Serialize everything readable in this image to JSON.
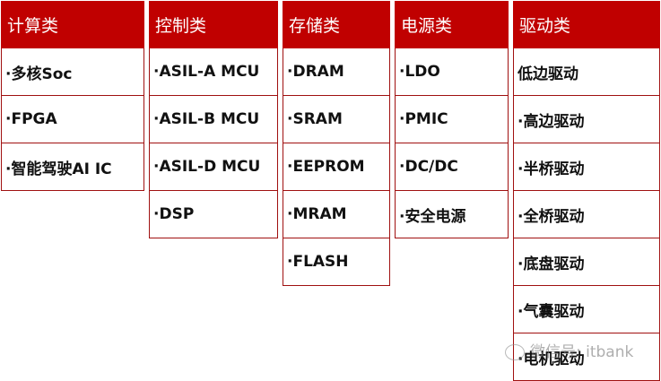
{
  "columns": [
    {
      "header": "计算类",
      "items": [
        "·多核Soc",
        "·FPGA",
        "·智能驾驶AI IC"
      ]
    },
    {
      "header": "控制类",
      "items": [
        "·ASIL-A MCU",
        "·ASIL-B MCU",
        "·ASIL-D MCU",
        "·DSP"
      ]
    },
    {
      "header": "存储类",
      "items": [
        "·DRAM",
        "·SRAM",
        "·EEPROM",
        "·MRAM",
        "·FLASH"
      ]
    },
    {
      "header": "电源类",
      "items": [
        "·LDO",
        "·PMIC",
        "·DC/DC",
        "·安全电源"
      ]
    },
    {
      "header": "驱动类",
      "items": [
        "低边驱动",
        "·高边驱动",
        "·半桥驱动",
        "·全桥驱动",
        "·底盘驱动",
        "·气囊驱动",
        "·电机驱动"
      ]
    }
  ],
  "watermark": "微信号: itbank",
  "colors": {
    "header_bg": "#c00000",
    "header_text": "#ffffff",
    "border": "#a01010"
  }
}
